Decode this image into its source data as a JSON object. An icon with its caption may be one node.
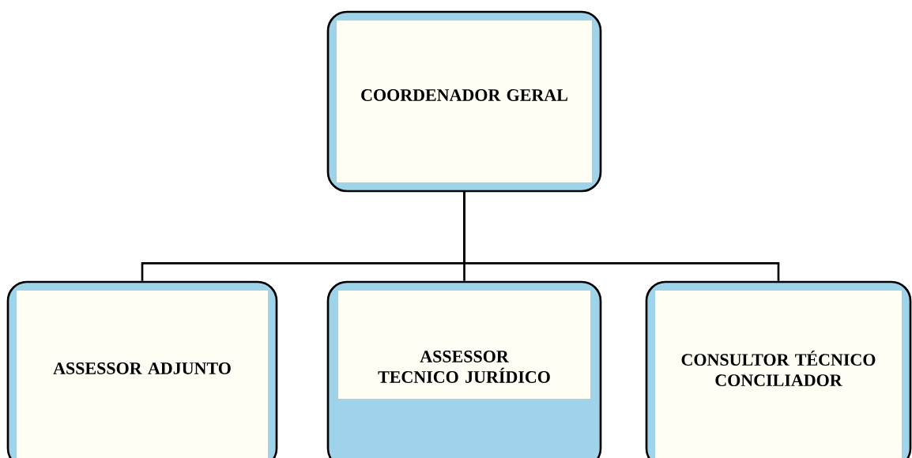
{
  "diagram": {
    "nodes": [
      {
        "text": [
          "COORDENADOR GERAL"
        ]
      },
      {
        "text": [
          "ASSESSOR ADJUNTO"
        ]
      },
      {
        "text": [
          "ASSESSOR TECNICO JURÍDICO"
        ]
      },
      {
        "text": [
          "CONSULTOR TÉCNICO CONCILIADOR"
        ]
      }
    ],
    "edges": [
      {
        "from": 0,
        "to": 1,
        "arrow": "none"
      },
      {
        "from": 0,
        "to": 2,
        "arrow": "none"
      },
      {
        "from": 0,
        "to": 3,
        "arrow": "none"
      }
    ]
  }
}
